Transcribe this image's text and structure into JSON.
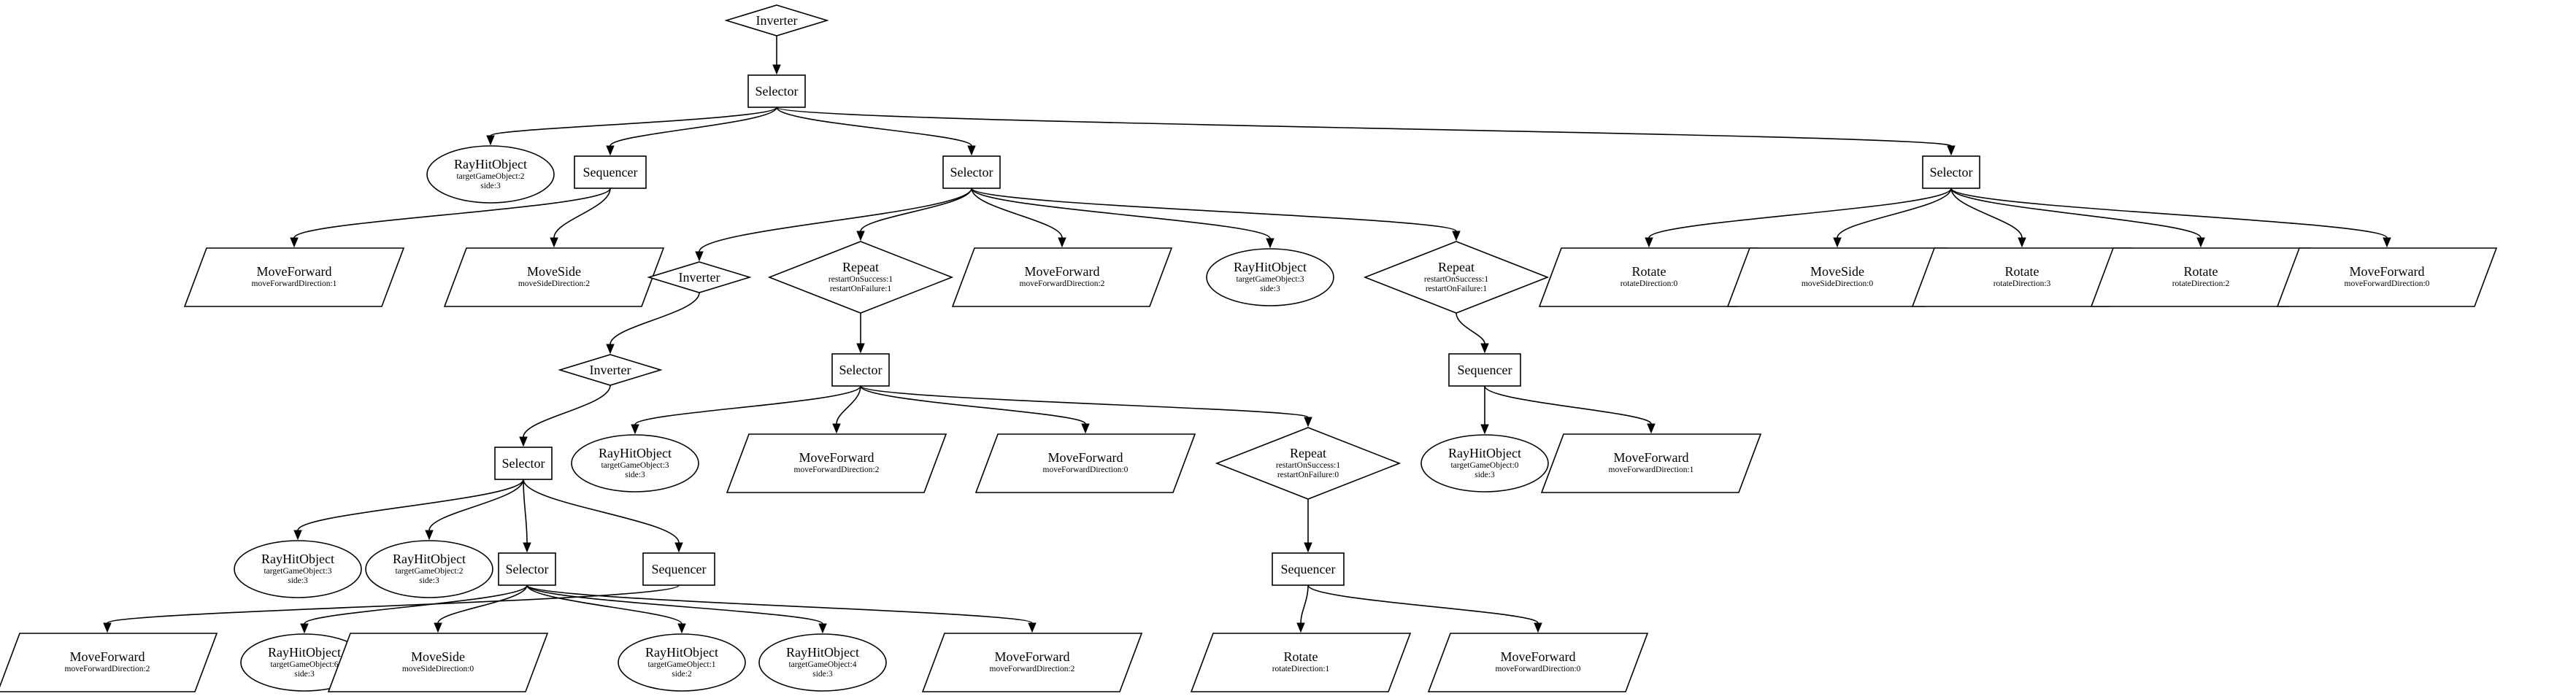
{
  "colors": {
    "background": "#ffffff",
    "stroke": "#000000",
    "text": "#000000"
  },
  "nodes": [
    {
      "id": "n1",
      "type": "inverter",
      "title": "Inverter",
      "params": []
    },
    {
      "id": "n2",
      "type": "selector",
      "title": "Selector",
      "params": []
    },
    {
      "id": "n3",
      "type": "condition",
      "title": "RayHitObject",
      "params": [
        "targetGameObject:2",
        "side:3"
      ]
    },
    {
      "id": "n4",
      "type": "sequencer",
      "title": "Sequencer",
      "params": []
    },
    {
      "id": "n5",
      "type": "selector",
      "title": "Selector",
      "params": []
    },
    {
      "id": "n6",
      "type": "selector",
      "title": "Selector",
      "params": []
    },
    {
      "id": "n7",
      "type": "action",
      "title": "MoveForward",
      "params": [
        "moveForwardDirection:1"
      ]
    },
    {
      "id": "n8",
      "type": "action",
      "title": "MoveSide",
      "params": [
        "moveSideDirection:2"
      ]
    },
    {
      "id": "n9",
      "type": "inverter",
      "title": "Inverter",
      "params": []
    },
    {
      "id": "n10",
      "type": "repeat",
      "title": "Repeat",
      "params": [
        "restartOnSuccess:1",
        "restartOnFailure:1"
      ]
    },
    {
      "id": "n11",
      "type": "action",
      "title": "MoveForward",
      "params": [
        "moveForwardDirection:2"
      ]
    },
    {
      "id": "n12",
      "type": "condition",
      "title": "RayHitObject",
      "params": [
        "targetGameObject:3",
        "side:3"
      ]
    },
    {
      "id": "n13",
      "type": "repeat",
      "title": "Repeat",
      "params": [
        "restartOnSuccess:1",
        "restartOnFailure:1"
      ]
    },
    {
      "id": "n14",
      "type": "action",
      "title": "Rotate",
      "params": [
        "rotateDirection:0"
      ]
    },
    {
      "id": "n15",
      "type": "action",
      "title": "MoveSide",
      "params": [
        "moveSideDirection:0"
      ]
    },
    {
      "id": "n16",
      "type": "action",
      "title": "Rotate",
      "params": [
        "rotateDirection:3"
      ]
    },
    {
      "id": "n17",
      "type": "action",
      "title": "Rotate",
      "params": [
        "rotateDirection:2"
      ]
    },
    {
      "id": "n18",
      "type": "action",
      "title": "MoveForward",
      "params": [
        "moveForwardDirection:0"
      ]
    },
    {
      "id": "n19",
      "type": "inverter",
      "title": "Inverter",
      "params": []
    },
    {
      "id": "n20",
      "type": "selector",
      "title": "Selector",
      "params": []
    },
    {
      "id": "n21",
      "type": "sequencer",
      "title": "Sequencer",
      "params": []
    },
    {
      "id": "n22",
      "type": "condition",
      "title": "RayHitObject",
      "params": [
        "targetGameObject:3",
        "side:3"
      ]
    },
    {
      "id": "n23",
      "type": "action",
      "title": "MoveForward",
      "params": [
        "moveForwardDirection:2"
      ]
    },
    {
      "id": "n24",
      "type": "action",
      "title": "MoveForward",
      "params": [
        "moveForwardDirection:0"
      ]
    },
    {
      "id": "n25",
      "type": "repeat",
      "title": "Repeat",
      "params": [
        "restartOnSuccess:1",
        "restartOnFailure:0"
      ]
    },
    {
      "id": "n26",
      "type": "condition",
      "title": "RayHitObject",
      "params": [
        "targetGameObject:0",
        "side:3"
      ]
    },
    {
      "id": "n27",
      "type": "action",
      "title": "MoveForward",
      "params": [
        "moveForwardDirection:1"
      ]
    },
    {
      "id": "n28",
      "type": "selector",
      "title": "Selector",
      "params": []
    },
    {
      "id": "n29",
      "type": "sequencer",
      "title": "Sequencer",
      "params": []
    },
    {
      "id": "n30",
      "type": "condition",
      "title": "RayHitObject",
      "params": [
        "targetGameObject:3",
        "side:3"
      ]
    },
    {
      "id": "n31",
      "type": "condition",
      "title": "RayHitObject",
      "params": [
        "targetGameObject:2",
        "side:3"
      ]
    },
    {
      "id": "n32",
      "type": "selector",
      "title": "Selector",
      "params": []
    },
    {
      "id": "n33",
      "type": "sequencer",
      "title": "Sequencer",
      "params": []
    },
    {
      "id": "n34",
      "type": "action",
      "title": "MoveForward",
      "params": [
        "moveForwardDirection:2"
      ]
    },
    {
      "id": "n35",
      "type": "condition",
      "title": "RayHitObject",
      "params": [
        "targetGameObject:6",
        "side:3"
      ]
    },
    {
      "id": "n36",
      "type": "action",
      "title": "MoveSide",
      "params": [
        "moveSideDirection:0"
      ]
    },
    {
      "id": "n37",
      "type": "condition",
      "title": "RayHitObject",
      "params": [
        "targetGameObject:1",
        "side:2"
      ]
    },
    {
      "id": "n38",
      "type": "condition",
      "title": "RayHitObject",
      "params": [
        "targetGameObject:4",
        "side:3"
      ]
    },
    {
      "id": "n39",
      "type": "action",
      "title": "MoveForward",
      "params": [
        "moveForwardDirection:2"
      ]
    },
    {
      "id": "n40",
      "type": "action",
      "title": "Rotate",
      "params": [
        "rotateDirection:1"
      ]
    },
    {
      "id": "n41",
      "type": "action",
      "title": "MoveForward",
      "params": [
        "moveForwardDirection:0"
      ]
    }
  ],
  "edges": [
    [
      "n1",
      "n2"
    ],
    [
      "n2",
      "n3"
    ],
    [
      "n2",
      "n4"
    ],
    [
      "n2",
      "n5"
    ],
    [
      "n2",
      "n6"
    ],
    [
      "n4",
      "n7"
    ],
    [
      "n4",
      "n8"
    ],
    [
      "n5",
      "n9"
    ],
    [
      "n5",
      "n10"
    ],
    [
      "n5",
      "n11"
    ],
    [
      "n5",
      "n12"
    ],
    [
      "n5",
      "n13"
    ],
    [
      "n6",
      "n14"
    ],
    [
      "n6",
      "n15"
    ],
    [
      "n6",
      "n16"
    ],
    [
      "n6",
      "n17"
    ],
    [
      "n6",
      "n18"
    ],
    [
      "n9",
      "n19"
    ],
    [
      "n10",
      "n20"
    ],
    [
      "n13",
      "n21"
    ],
    [
      "n20",
      "n22"
    ],
    [
      "n20",
      "n23"
    ],
    [
      "n20",
      "n24"
    ],
    [
      "n20",
      "n25"
    ],
    [
      "n21",
      "n26"
    ],
    [
      "n21",
      "n27"
    ],
    [
      "n19",
      "n28"
    ],
    [
      "n25",
      "n29"
    ],
    [
      "n28",
      "n30"
    ],
    [
      "n28",
      "n31"
    ],
    [
      "n28",
      "n32"
    ],
    [
      "n28",
      "n33"
    ],
    [
      "n33",
      "n34"
    ],
    [
      "n32",
      "n35"
    ],
    [
      "n32",
      "n36"
    ],
    [
      "n32",
      "n37"
    ],
    [
      "n32",
      "n38"
    ],
    [
      "n32",
      "n39"
    ],
    [
      "n29",
      "n40"
    ],
    [
      "n29",
      "n41"
    ]
  ]
}
